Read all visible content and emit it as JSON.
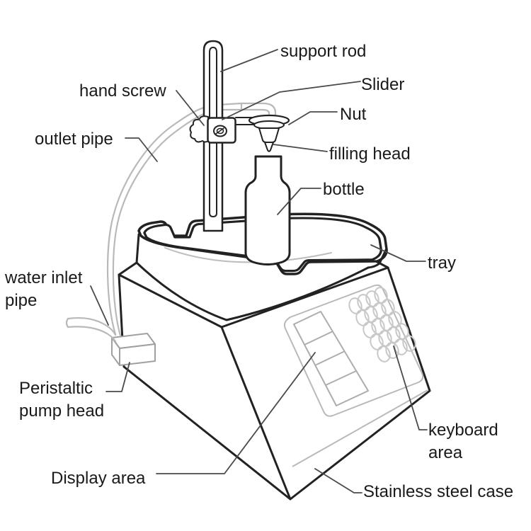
{
  "figure": {
    "type": "labeled-diagram",
    "subject": "desktop peristaltic liquid filling machine",
    "background": "#ffffff",
    "colors": {
      "outline": "#222222",
      "secondary_outline": "#b9b9b9",
      "leader_line": "#4a4a4a",
      "label_text": "#1a1a1a"
    },
    "labels": {
      "support_rod": "support rod",
      "slider": "Slider",
      "hand_screw": "hand screw",
      "nut": "Nut",
      "outlet_pipe": "outlet pipe",
      "filling_head": "filling head",
      "bottle": "bottle",
      "tray": "tray",
      "water_inlet_pipe": "water inlet\npipe",
      "peristaltic_pump_head": "Peristaltic\npump head",
      "keyboard_area": "keyboard\narea",
      "display_area": "Display area",
      "stainless_steel_case": "Stainless steel case"
    }
  }
}
